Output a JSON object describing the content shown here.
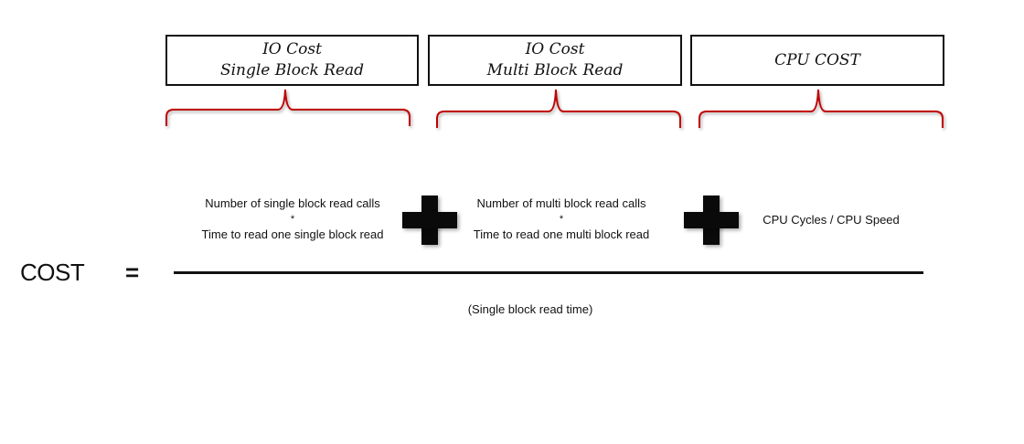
{
  "boxes": [
    {
      "line1": "IO Cost",
      "line2": "Single Block Read"
    },
    {
      "line1": "IO Cost",
      "line2": "Multi Block Read"
    },
    {
      "line1": "CPU COST",
      "line2": ""
    }
  ],
  "numerator": {
    "single": {
      "line1": "Number of single block read calls",
      "op": "*",
      "line2": "Time to read one single block read"
    },
    "multi": {
      "line1": "Number of multi block read calls",
      "op": "*",
      "line2": "Time to read one multi block read"
    },
    "cpu": {
      "line1": "CPU Cycles / CPU Speed"
    }
  },
  "cost_label": "COST",
  "equals": "=",
  "denominator": "(Single block read time)",
  "colors": {
    "brace": "#c00000",
    "stroke": "#111111"
  }
}
